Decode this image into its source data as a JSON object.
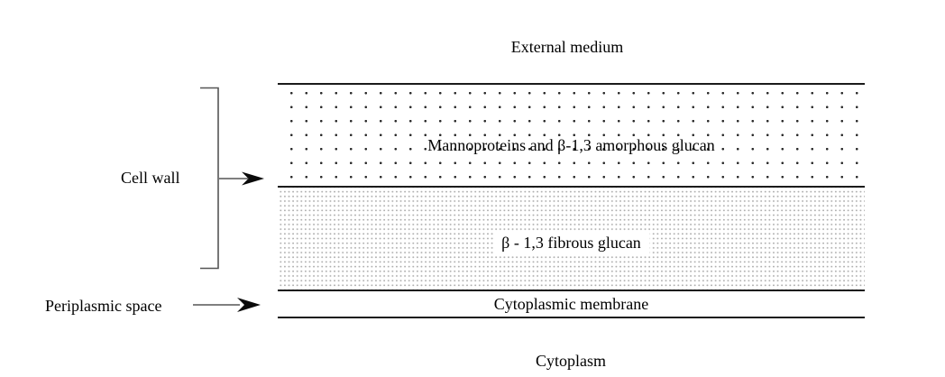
{
  "diagram": {
    "title_region": {
      "external_medium_label": "External medium",
      "cytoplasm_label": "Cytoplasm"
    },
    "layers": {
      "amorphous": {
        "label": "Mannoproteins and β-1,3 amorphous glucan",
        "pattern": "sparse-dark-dot-grid"
      },
      "fibrous": {
        "label": "β - 1,3 fibrous glucan",
        "pattern": "dense-light-stipple"
      },
      "membrane": {
        "label": "Cytoplasmic membrane"
      }
    },
    "annotations": {
      "cell_wall_label": "Cell wall",
      "periplasmic_space_label": "Periplasmic space"
    },
    "colors": {
      "background": "#ffffff",
      "text": "#000000",
      "layer_line": "#1b1b1b",
      "bracket_stroke": "#555555",
      "arrow_shaft": "#555555",
      "arrow_head": "#0a0a0a",
      "amorphous_dot": "#2a2a2a",
      "fibrous_dot": "#aeaeae"
    }
  }
}
